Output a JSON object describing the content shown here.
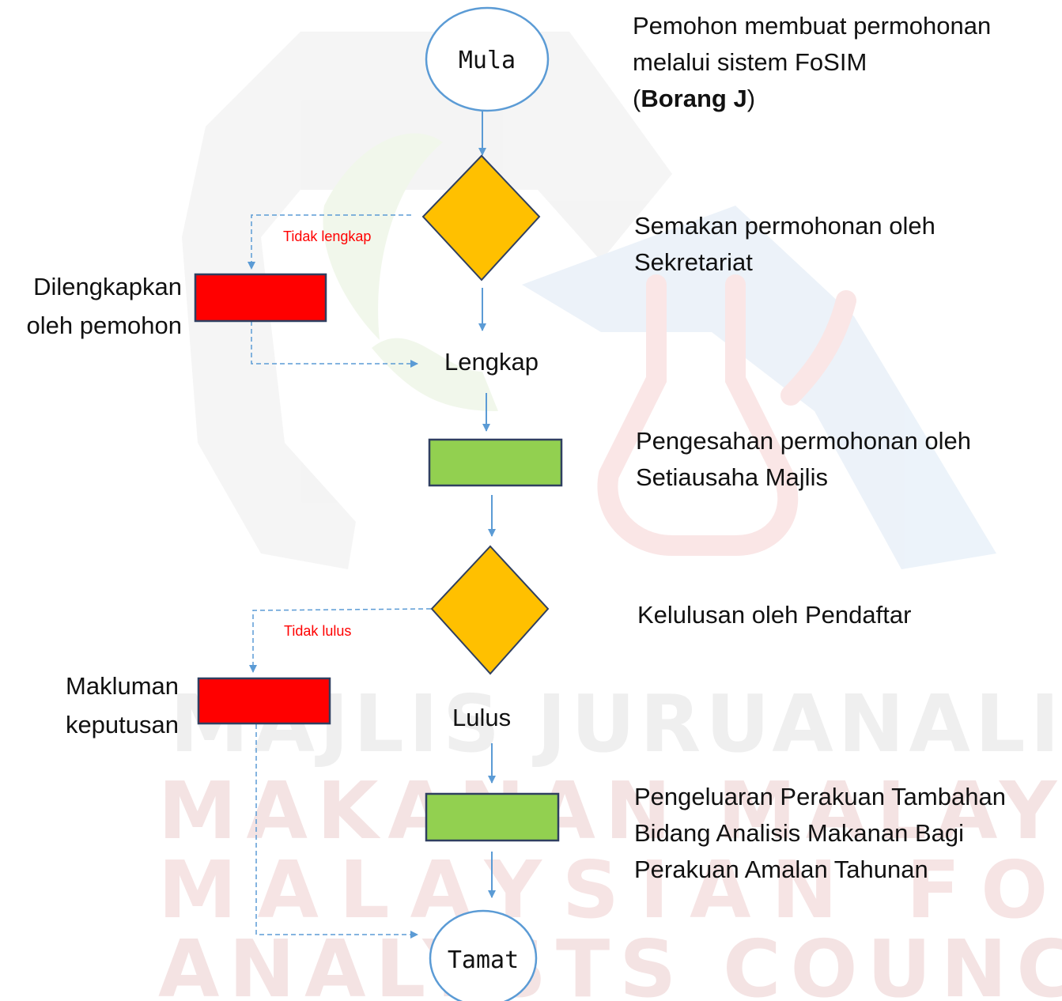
{
  "colors": {
    "line": "#5b9bd5",
    "decision_fill": "#ffc000",
    "alert_fill": "#ff0000",
    "process_fill": "#92d050",
    "box_border": "#2f3f60",
    "branch_text": "#ff0000"
  },
  "watermark": {
    "line1": "MAJLIS JURUANALISIS",
    "line2": "MAKANAN MALAYSIA",
    "line3": "MALAYSIAN FOOD",
    "line4": "ANALYSTS COUNCIL",
    "logo": "hexagon-flask-logo"
  },
  "nodes": {
    "start": "Mula",
    "end": "Tamat",
    "complete": "Lengkap",
    "approved": "Lulus"
  },
  "branches": {
    "incomplete": "Tidak lengkap",
    "not_approved": "Tidak lulus"
  },
  "side_labels": {
    "fix": [
      "Dilengkapkan",
      "oleh pemohon"
    ],
    "notify": [
      "Makluman",
      "keputusan"
    ]
  },
  "descriptions": {
    "step1": {
      "line1": "Pemohon membuat permohonan",
      "line2": "melalui sistem FoSIM",
      "open": "(",
      "bold": "Borang J",
      "close": ")"
    },
    "step2": [
      "Semakan permohonan oleh",
      "Sekretariat"
    ],
    "step3": [
      "Pengesahan permohonan oleh",
      "Setiausaha Majlis"
    ],
    "step4": [
      "Kelulusan oleh Pendaftar"
    ],
    "step5": [
      "Pengeluaran Perakuan Tambahan",
      "Bidang Analisis Makanan Bagi",
      "Perakuan Amalan Tahunan"
    ]
  }
}
